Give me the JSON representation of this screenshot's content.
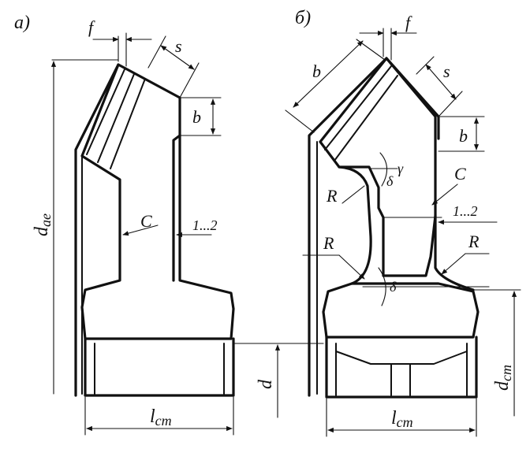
{
  "views": [
    {
      "id": "a",
      "view_label": "а)",
      "labels": {
        "f": "f",
        "s": "s",
        "b": "b",
        "d_ae": "d",
        "d_ae_sub": "ae",
        "c": "C",
        "clearance": "1...2",
        "l_ct": "l",
        "l_ct_sub": "ст"
      }
    },
    {
      "id": "b",
      "view_label": "б)",
      "labels": {
        "b_top": "b",
        "f": "f",
        "s": "s",
        "b": "b",
        "gamma": "γ",
        "delta_top": "δ",
        "c": "C",
        "r_top": "R",
        "clearance": "1...2",
        "r_left": "R",
        "r_right": "R",
        "delta_bottom": "δ",
        "d_ct": "d",
        "d_ct_sub": "ст",
        "l_ct": "l",
        "l_ct_sub": "ст"
      }
    }
  ],
  "shared": {
    "d_bore": "d"
  },
  "colors": {
    "ink": "#111111",
    "paper": "#ffffff"
  }
}
